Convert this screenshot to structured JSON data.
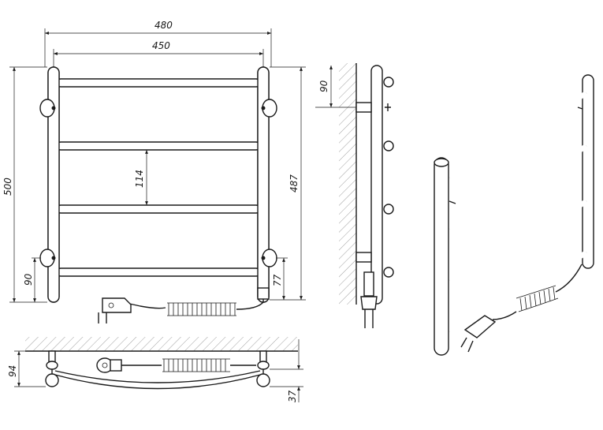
{
  "dimensions": {
    "width_outer": "480",
    "width_inner": "450",
    "height_total": "500",
    "height_rail": "487",
    "bar_pitch": "114",
    "mount_offset_left": "90",
    "mount_offset_right": "77",
    "wall_offset_side": "90",
    "depth_total": "94",
    "depth_curve": "37"
  }
}
